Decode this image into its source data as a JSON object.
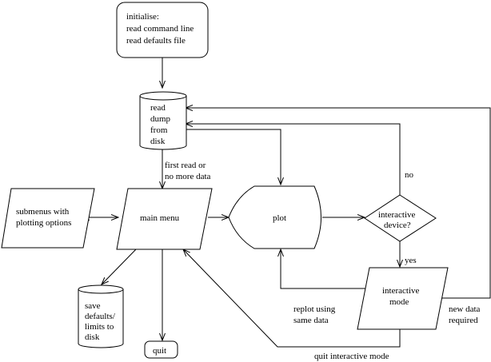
{
  "nodes": {
    "initialise": {
      "lines": [
        "initialise:",
        "read command line",
        "read defaults file"
      ]
    },
    "read_dump": {
      "lines": [
        "read",
        "dump",
        "from",
        "disk"
      ]
    },
    "submenus": {
      "lines": [
        "submenus with",
        "plotting options"
      ]
    },
    "main_menu": {
      "label": "main menu"
    },
    "plot": {
      "label": "plot"
    },
    "interactive_device": {
      "lines": [
        "interactive",
        "device?"
      ]
    },
    "interactive_mode": {
      "lines": [
        "interactive",
        "mode"
      ]
    },
    "save_defaults": {
      "lines": [
        "save",
        "defaults/",
        "limits to",
        "disk"
      ]
    },
    "quit": {
      "label": "quit"
    }
  },
  "edge_labels": {
    "first_read": [
      "first read or",
      "no more data"
    ],
    "no": "no",
    "yes": "yes",
    "replot": [
      "replot using",
      "same data"
    ],
    "new_data": [
      "new data",
      "required"
    ],
    "quit_interactive": "quit interactive mode"
  }
}
